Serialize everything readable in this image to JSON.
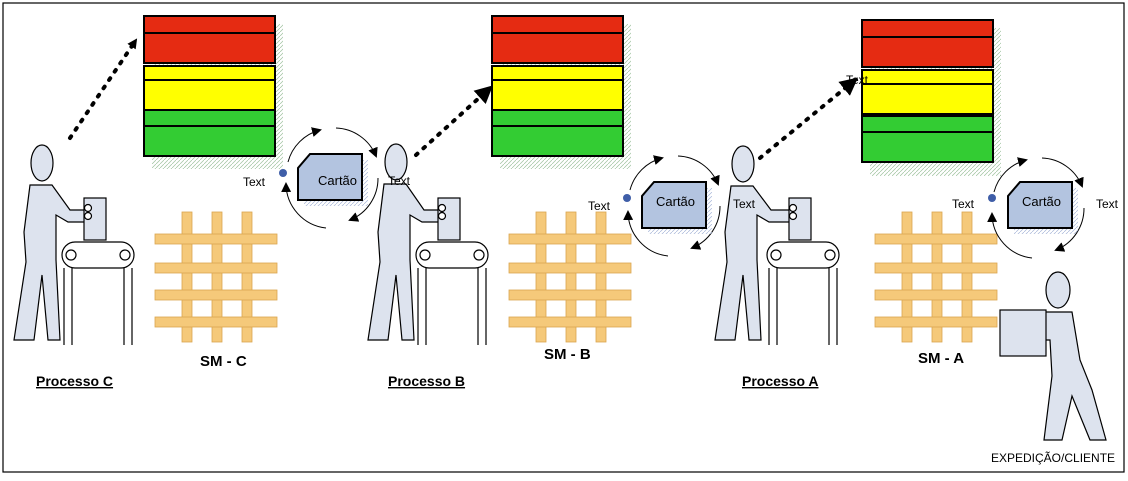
{
  "processes": [
    {
      "label": "Processo C",
      "supermarket": "SM - C",
      "card": "Cartão",
      "text_left": "Text",
      "text_right": ""
    },
    {
      "label": "Processo B",
      "supermarket": "SM - B",
      "card": "Cartão",
      "text_left": "Text",
      "text_right": "Text"
    },
    {
      "label": "Processo A",
      "supermarket": "SM - A",
      "card": "Cartão",
      "text_left": "Text",
      "text_right": "Text"
    }
  ],
  "board_text": "Text",
  "customer": {
    "label": "EXPEDIÇÃO/CLIENTE"
  },
  "colors": {
    "red": "#e52b12",
    "yellow": "#ffff00",
    "green": "#33cc33",
    "grid": "#f5c97a",
    "card_fill": "#b3c4e0",
    "border": "#000000"
  }
}
